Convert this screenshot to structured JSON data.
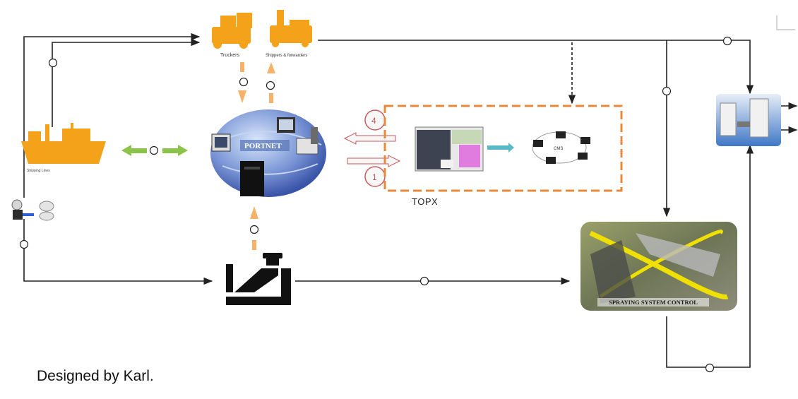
{
  "credit": "Designed by Karl.",
  "nodes": {
    "truckers": "Truckers",
    "shippers": "Shippers & forwarders",
    "shipping_lines": "Shipping Lines",
    "portnet": "PORTNET",
    "topx": "TOPX",
    "spraying": "SPRAYING SYSTEM CONTROL",
    "cms": "CMS"
  },
  "steps": {
    "s4": "4",
    "s1": "1"
  },
  "colors": {
    "accent_orange": "#f5a21b",
    "flow_line": "#222222",
    "dashed_box": "#e8883a",
    "green_arrow": "#8cc34a"
  },
  "icons": [
    "truck-icon",
    "crane-icon",
    "ship-icon",
    "globe-icon",
    "computer-icon",
    "customs-officer-icon",
    "gate-icon",
    "robot-icon",
    "network-icon"
  ]
}
